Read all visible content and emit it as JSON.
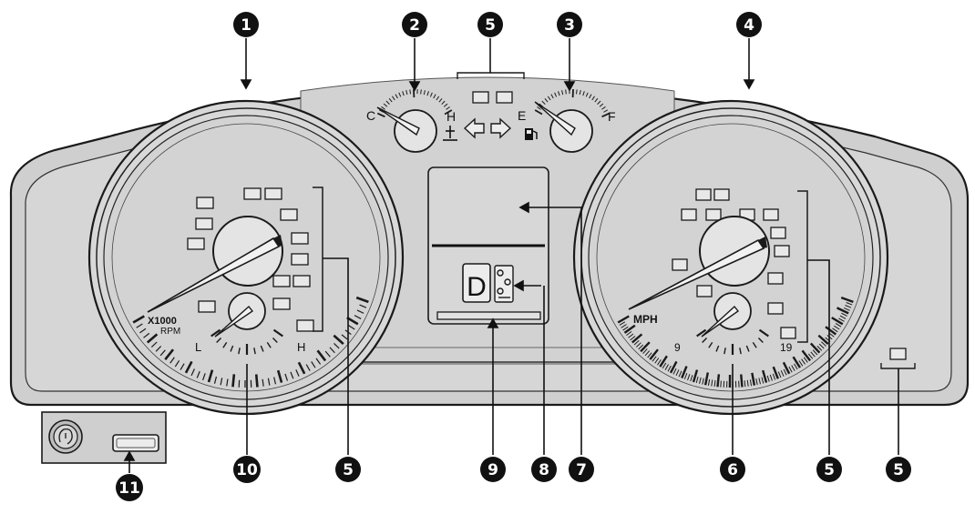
{
  "callouts": [
    "1",
    "2",
    "3",
    "5",
    "4",
    "10",
    "5",
    "9",
    "8",
    "7",
    "6",
    "5",
    "5",
    "11"
  ],
  "tach": {
    "unit_line1": "X1000",
    "unit_line2": "RPM"
  },
  "temp_gauge": {
    "low": "C",
    "high": "H"
  },
  "fuel_gauge": {
    "low": "E",
    "high": "F"
  },
  "oil_gauge": {
    "low": "L",
    "high": "H"
  },
  "speedo": {
    "unit": "MPH"
  },
  "volt_gauge": {
    "low": "9",
    "high": "19"
  },
  "center_display": {
    "gear": "D"
  },
  "colors": {
    "panel": "#cdcdcd",
    "gauge_face": "#d4d4d4",
    "outline": "#1a1a1a",
    "callout": "#111111"
  },
  "icons": [
    "coolant-temp-icon",
    "fuel-pump-icon",
    "turn-left-arrow-icon",
    "turn-right-arrow-icon",
    "transmission-icon",
    "tire-pressure-icon"
  ]
}
